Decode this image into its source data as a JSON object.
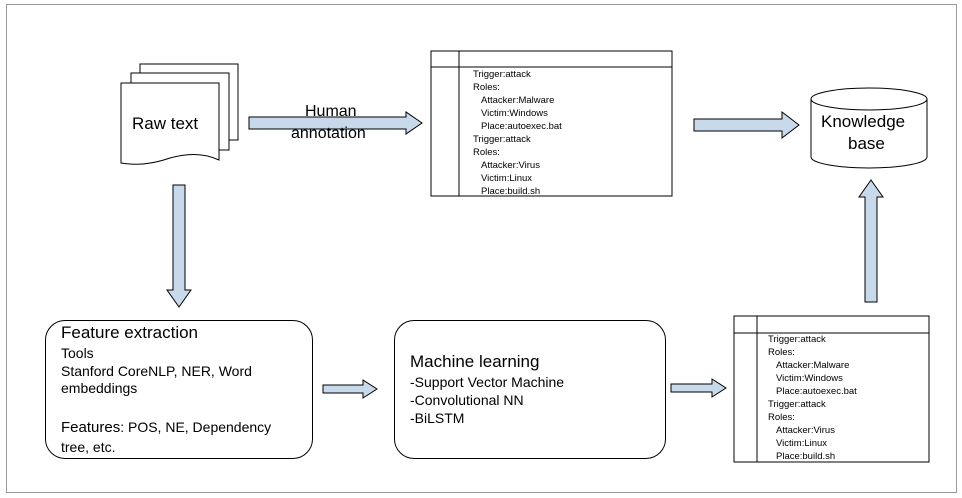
{
  "raw_text": {
    "label": "Raw text"
  },
  "human_annotation": {
    "line1": "Human",
    "line2": "annotation"
  },
  "knowledge_base": {
    "line1": "Knowledge",
    "line2": "base"
  },
  "annotation_table_top": {
    "lines": [
      "Trigger:attack",
      "Roles:",
      "Attacker:Malware",
      "Victim:Windows",
      "Place:autoexec.bat",
      "Trigger:attack",
      "Roles:",
      "Attacker:Virus",
      "Victim:Linux",
      "Place:build.sh"
    ]
  },
  "annotation_table_bottom": {
    "lines": [
      "Trigger:attack",
      "Roles:",
      "Attacker:Malware",
      "Victim:Windows",
      "Place:autoexec.bat",
      "Trigger:attack",
      "Roles:",
      "Attacker:Virus",
      "Victim:Linux",
      "Place:build.sh"
    ]
  },
  "feature_extraction": {
    "title": "Feature extraction",
    "tools_heading": "Tools",
    "tools_line1": "Stanford CoreNLP, NER, Word",
    "tools_line2": "embeddings",
    "features_label": "Features",
    "features_line1_rest": ": POS, NE, Dependency",
    "features_line2": "tree, etc."
  },
  "machine_learning": {
    "title": "Machine learning",
    "items": [
      "-Support Vector Machine",
      "-Convolutional NN",
      "-BiLSTM"
    ]
  },
  "colors": {
    "arrow_fill": "#c9d9ec",
    "stroke": "#000000",
    "frame": "#9a9a9a"
  }
}
